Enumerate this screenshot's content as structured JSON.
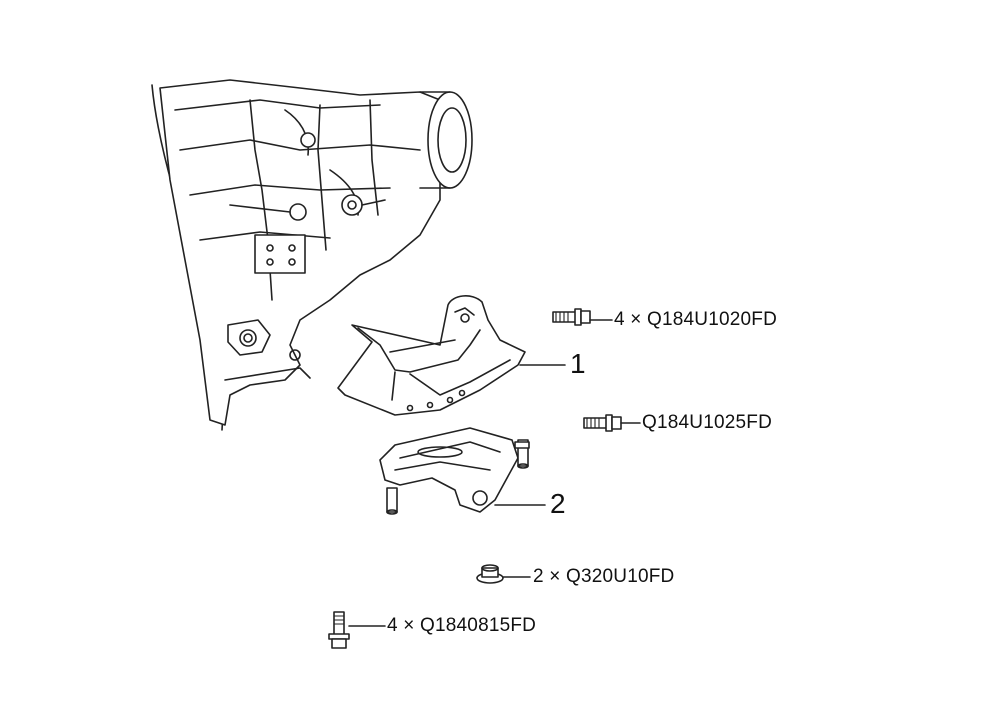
{
  "callouts": {
    "part1_number": "1",
    "part2_number": "2"
  },
  "fasteners": {
    "bolt_top": "4 × Q184U1020FD",
    "bolt_mid": "Q184U1025FD",
    "nut": "2 × Q320U10FD",
    "bolt_bottom": "4 × Q1840815FD"
  }
}
